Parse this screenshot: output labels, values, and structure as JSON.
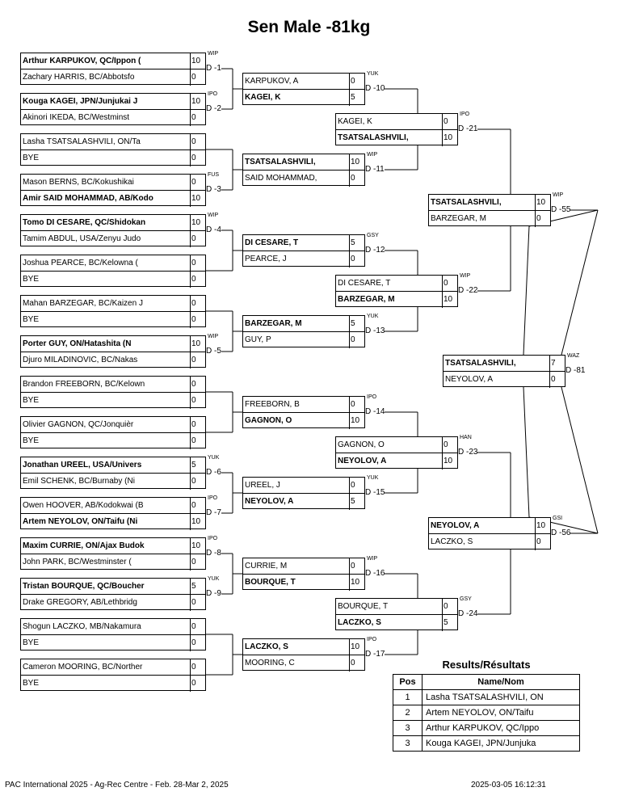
{
  "title": "Sen Male -81kg",
  "footer_left": "PAC International 2025 - Ag-Rec Centre - Feb. 28-Mar 2, 2025",
  "footer_right": "2025-03-05 16:12:31",
  "results": {
    "title": "Results/Résultats",
    "headers": [
      "Pos",
      "Name/Nom"
    ],
    "rows": [
      {
        "pos": "1",
        "name": "Lasha TSATSALASHVILI, ON"
      },
      {
        "pos": "2",
        "name": "Artem NEYOLOV, ON/Taifu"
      },
      {
        "pos": "3",
        "name": "Arthur KARPUKOV, QC/Ippo"
      },
      {
        "pos": "3",
        "name": "Kouga KAGEI, JPN/Junjuka"
      }
    ]
  },
  "matches": [
    {
      "code": "D -1",
      "top": {
        "name": "Arthur KARPUKOV, QC/Ippon (",
        "score": "10",
        "win": true
      },
      "bottom": {
        "name": "Zachary HARRIS, BC/Abbotsfo",
        "score": "0",
        "win": false
      },
      "tech": "WIP"
    },
    {
      "code": "D -2",
      "top": {
        "name": "Kouga KAGEI, JPN/Junjukai J",
        "score": "10",
        "win": true
      },
      "bottom": {
        "name": "Akinori IKEDA, BC/Westminst",
        "score": "0",
        "win": false
      },
      "tech": "IPO"
    },
    {
      "code": "",
      "top": {
        "name": "Lasha TSATSALASHVILI, ON/Ta",
        "score": "0",
        "win": false
      },
      "bottom": {
        "name": "BYE",
        "score": "0",
        "win": false
      },
      "tech": ""
    },
    {
      "code": "D -3",
      "top": {
        "name": "Mason BERNS, BC/Kokushikai",
        "score": "0",
        "win": false
      },
      "bottom": {
        "name": "Amir SAID MOHAMMAD, AB/Kodo",
        "score": "10",
        "win": true
      },
      "tech": "FUS"
    },
    {
      "code": "D -4",
      "top": {
        "name": "Tomo DI CESARE, QC/Shidokan",
        "score": "10",
        "win": true
      },
      "bottom": {
        "name": "Tamim ABDUL, USA/Zenyu Judo",
        "score": "0",
        "win": false
      },
      "tech": "WIP"
    },
    {
      "code": "",
      "top": {
        "name": "Joshua PEARCE, BC/Kelowna (",
        "score": "0",
        "win": false
      },
      "bottom": {
        "name": "BYE",
        "score": "0",
        "win": false
      },
      "tech": ""
    },
    {
      "code": "",
      "top": {
        "name": "Mahan BARZEGAR, BC/Kaizen J",
        "score": "0",
        "win": false
      },
      "bottom": {
        "name": "BYE",
        "score": "0",
        "win": false
      },
      "tech": ""
    },
    {
      "code": "D -5",
      "top": {
        "name": "Porter GUY, ON/Hatashita (N",
        "score": "10",
        "win": true
      },
      "bottom": {
        "name": "Djuro MILADINOVIC, BC/Nakas",
        "score": "0",
        "win": false
      },
      "tech": "WIP"
    },
    {
      "code": "",
      "top": {
        "name": "Brandon FREEBORN, BC/Kelown",
        "score": "0",
        "win": false
      },
      "bottom": {
        "name": "BYE",
        "score": "0",
        "win": false
      },
      "tech": ""
    },
    {
      "code": "",
      "top": {
        "name": "Olivier GAGNON, QC/Jonquièr",
        "score": "0",
        "win": false
      },
      "bottom": {
        "name": "BYE",
        "score": "0",
        "win": false
      },
      "tech": ""
    },
    {
      "code": "D -6",
      "top": {
        "name": "Jonathan UREEL, USA/Univers",
        "score": "5",
        "win": true
      },
      "bottom": {
        "name": "Emil SCHENK, BC/Burnaby (Ni",
        "score": "0",
        "win": false
      },
      "tech": "YUK"
    },
    {
      "code": "D -7",
      "top": {
        "name": "Owen HOOVER, AB/Kodokwai (B",
        "score": "0",
        "win": false
      },
      "bottom": {
        "name": "Artem NEYOLOV, ON/Taifu (Ni",
        "score": "10",
        "win": true
      },
      "tech": "IPO"
    },
    {
      "code": "D -8",
      "top": {
        "name": "Maxim CURRIE, ON/Ajax Budok",
        "score": "10",
        "win": true
      },
      "bottom": {
        "name": "John PARK, BC/Westminster (",
        "score": "0",
        "win": false
      },
      "tech": "IPO"
    },
    {
      "code": "D -9",
      "top": {
        "name": "Tristan BOURQUE, QC/Boucher",
        "score": "5",
        "win": true
      },
      "bottom": {
        "name": "Drake GREGORY, AB/Lethbridg",
        "score": "0",
        "win": false
      },
      "tech": "YUK"
    },
    {
      "code": "",
      "top": {
        "name": "Shogun LACZKO, MB/Nakamura",
        "score": "0",
        "win": false
      },
      "bottom": {
        "name": "BYE",
        "score": "0",
        "win": false
      },
      "tech": ""
    },
    {
      "code": "",
      "top": {
        "name": "Cameron MOORING, BC/Norther",
        "score": "0",
        "win": false
      },
      "bottom": {
        "name": "BYE",
        "score": "0",
        "win": false
      },
      "tech": ""
    },
    {
      "code": "D -10",
      "top": {
        "name": "KARPUKOV, A",
        "score": "0",
        "win": false
      },
      "bottom": {
        "name": "KAGEI, K",
        "score": "5",
        "win": true
      },
      "tech": "YUK"
    },
    {
      "code": "D -11",
      "top": {
        "name": "TSATSALASHVILI,",
        "score": "10",
        "win": true
      },
      "bottom": {
        "name": "SAID MOHAMMAD,",
        "score": "0",
        "win": false
      },
      "tech": "WIP"
    },
    {
      "code": "D -12",
      "top": {
        "name": "DI CESARE, T",
        "score": "5",
        "win": true
      },
      "bottom": {
        "name": "PEARCE, J",
        "score": "0",
        "win": false
      },
      "tech": "GSY"
    },
    {
      "code": "D -13",
      "top": {
        "name": "BARZEGAR, M",
        "score": "5",
        "win": true
      },
      "bottom": {
        "name": "GUY, P",
        "score": "0",
        "win": false
      },
      "tech": "YUK"
    },
    {
      "code": "D -14",
      "top": {
        "name": "FREEBORN, B",
        "score": "0",
        "win": false
      },
      "bottom": {
        "name": "GAGNON, O",
        "score": "10",
        "win": true
      },
      "tech": "IPO"
    },
    {
      "code": "D -15",
      "top": {
        "name": "UREEL, J",
        "score": "0",
        "win": false
      },
      "bottom": {
        "name": "NEYOLOV, A",
        "score": "5",
        "win": true
      },
      "tech": "YUK"
    },
    {
      "code": "D -16",
      "top": {
        "name": "CURRIE, M",
        "score": "0",
        "win": false
      },
      "bottom": {
        "name": "BOURQUE, T",
        "score": "10",
        "win": true
      },
      "tech": "WIP"
    },
    {
      "code": "D -17",
      "top": {
        "name": "LACZKO, S",
        "score": "10",
        "win": true
      },
      "bottom": {
        "name": "MOORING, C",
        "score": "0",
        "win": false
      },
      "tech": "IPO"
    },
    {
      "code": "D -21",
      "top": {
        "name": "KAGEI, K",
        "score": "0",
        "win": false
      },
      "bottom": {
        "name": "TSATSALASHVILI,",
        "score": "10",
        "win": true
      },
      "tech": "IPO"
    },
    {
      "code": "D -22",
      "top": {
        "name": "DI CESARE, T",
        "score": "0",
        "win": false
      },
      "bottom": {
        "name": "BARZEGAR, M",
        "score": "10",
        "win": true
      },
      "tech": "WIP"
    },
    {
      "code": "D -23",
      "top": {
        "name": "GAGNON, O",
        "score": "0",
        "win": false
      },
      "bottom": {
        "name": "NEYOLOV, A",
        "score": "10",
        "win": true
      },
      "tech": "HAN"
    },
    {
      "code": "D -24",
      "top": {
        "name": "BOURQUE, T",
        "score": "0",
        "win": false
      },
      "bottom": {
        "name": "LACZKO, S",
        "score": "5",
        "win": true
      },
      "tech": "GSY"
    },
    {
      "code": "D -55",
      "top": {
        "name": "TSATSALASHVILI,",
        "score": "10",
        "win": true
      },
      "bottom": {
        "name": "BARZEGAR, M",
        "score": "0",
        "win": false
      },
      "tech": "WIP"
    },
    {
      "code": "D -56",
      "top": {
        "name": "NEYOLOV, A",
        "score": "10",
        "win": true
      },
      "bottom": {
        "name": "LACZKO, S",
        "score": "0",
        "win": false
      },
      "tech": "GSI"
    },
    {
      "code": "D -81",
      "top": {
        "name": "TSATSALASHVILI,",
        "score": "7",
        "win": true
      },
      "bottom": {
        "name": "NEYOLOV, A",
        "score": "0",
        "win": false
      },
      "tech": "WAZ"
    }
  ]
}
